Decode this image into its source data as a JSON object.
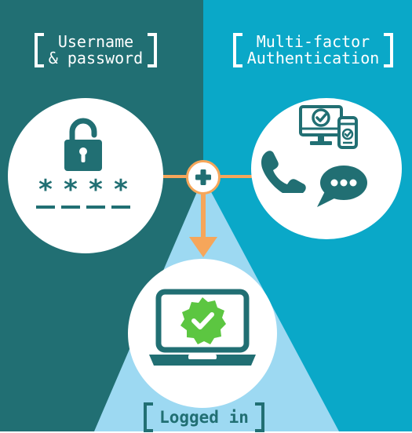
{
  "colors": {
    "left_bg": "#216f73",
    "right_bg": "#0aa8c8",
    "cone": "#9dd9f2",
    "accent": "#f6a65a",
    "dark_icon": "#216f73",
    "check_green": "#5cc641",
    "white": "#ffffff"
  },
  "left_panel": {
    "heading_line1": "Username",
    "heading_line2": "& password",
    "lock_icon": "padlock-icon",
    "password_mask": [
      "*",
      "*",
      "*",
      "*"
    ]
  },
  "right_panel": {
    "heading_line1": "Multi-factor",
    "heading_line2": "Authentication",
    "icons": [
      "monitor-check-icon",
      "phone-check-icon",
      "telephone-icon",
      "chat-bubble-icon"
    ]
  },
  "connector": {
    "plus_icon": "plus-icon",
    "arrow_icon": "arrow-down-icon"
  },
  "result": {
    "label": "Logged in",
    "icon": "laptop-check-icon"
  }
}
